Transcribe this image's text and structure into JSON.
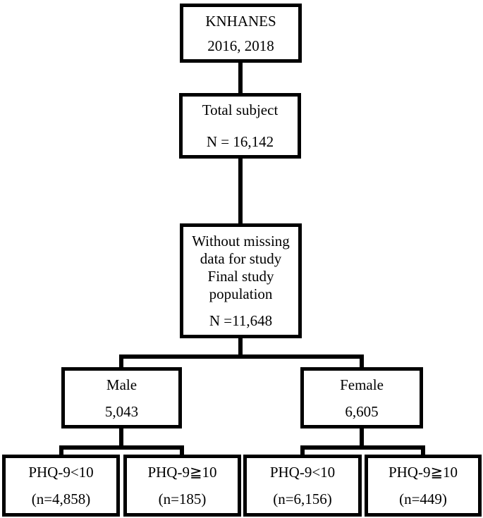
{
  "diagram": {
    "background_color": "#ffffff",
    "line_color": "#000000",
    "nodes": {
      "knhanes": {
        "lines": [
          "KNHANES",
          "2016, 2018"
        ]
      },
      "total_subject": {
        "lines": [
          "Total subject",
          "N = 16,142"
        ]
      },
      "final_population": {
        "lines": [
          "Without missing",
          "data for study",
          "Final study",
          "population"
        ],
        "count_line": "N =11,648"
      },
      "male": {
        "lines": [
          "Male",
          "5,043"
        ]
      },
      "female": {
        "lines": [
          "Female",
          "6,605"
        ]
      },
      "male_phq_low": {
        "lines": [
          "PHQ-9<10",
          "(n=4,858)"
        ]
      },
      "male_phq_high": {
        "lines": [
          "PHQ-9≧10",
          "(n=185)"
        ]
      },
      "female_phq_low": {
        "lines": [
          "PHQ-9<10",
          "(n=6,156)"
        ]
      },
      "female_phq_high": {
        "lines": [
          "PHQ-9≧10",
          "(n=449)"
        ]
      }
    }
  }
}
